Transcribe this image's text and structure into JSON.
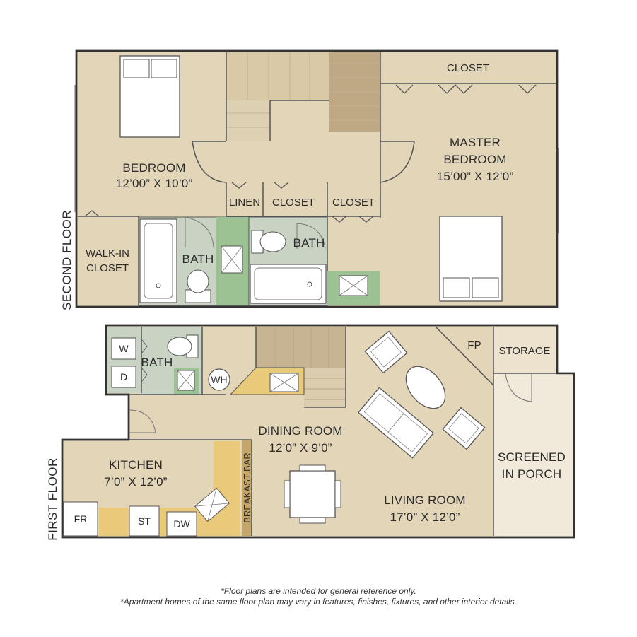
{
  "floors": {
    "second": "SECOND FLOOR",
    "first": "FIRST FLOOR"
  },
  "rooms": {
    "bedroom": {
      "name": "BEDROOM",
      "size": "12’00” X 10’0”"
    },
    "master_bedroom": {
      "name1": "MASTER",
      "name2": "BEDROOM",
      "size": "15’00” X 12’0”"
    },
    "closet_top": "CLOSET",
    "linen": "LINEN",
    "closet_mid": "CLOSET",
    "closet_right": "CLOSET",
    "walk_in_closet": {
      "line1": "WALK-IN",
      "line2": "CLOSET"
    },
    "bath_upper_left": "BATH",
    "bath_upper_right": "BATH",
    "bath_lower": "BATH",
    "fp": "FP",
    "storage": "STORAGE",
    "dining_room": {
      "name": "DINING ROOM",
      "size": "12’0” X 9’0”"
    },
    "screened_porch": {
      "line1": "SCREENED",
      "line2": "IN PORCH"
    },
    "kitchen": {
      "name": "KITCHEN",
      "size": "7’0” X 12’0”"
    },
    "living_room": {
      "name": "LIVING ROOM",
      "size": "17’0” X 12’0”"
    },
    "breakfast_bar": "BREAKAST BAR"
  },
  "appliances": {
    "washer": "W",
    "dryer": "D",
    "water_heater": "WH",
    "fridge": "FR",
    "stove": "ST",
    "dishwasher": "DW"
  },
  "disclaimer": {
    "line1": "*Floor plans are intended for general reference only.",
    "line2": "*Apartment homes of the same floor plan may vary in features, finishes, fixtures, and other interior details."
  },
  "colors": {
    "floor": "#e3d5b8",
    "room_dark": "#dccdae",
    "wall": "#333333",
    "bath_tile": "#c9d3c3",
    "shower_green": "#9cc294",
    "counter": "#e9c97a",
    "stairs": "#b8a486",
    "porch": "#f1eadb"
  }
}
